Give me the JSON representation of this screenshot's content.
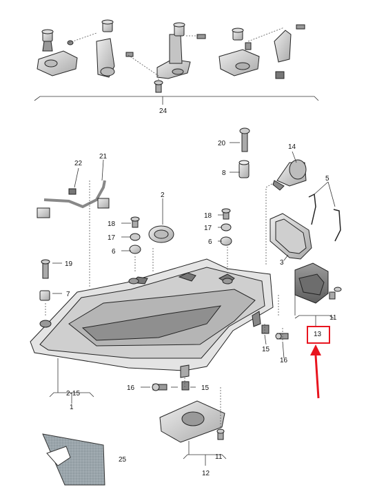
{
  "diagram": {
    "callouts": [
      {
        "id": "c24",
        "label": "24"
      },
      {
        "id": "c20",
        "label": "20"
      },
      {
        "id": "c14",
        "label": "14"
      },
      {
        "id": "c8",
        "label": "8"
      },
      {
        "id": "c22",
        "label": "22"
      },
      {
        "id": "c21",
        "label": "21"
      },
      {
        "id": "c5",
        "label": "5"
      },
      {
        "id": "c2",
        "label": "2"
      },
      {
        "id": "c18a",
        "label": "18"
      },
      {
        "id": "c18b",
        "label": "18"
      },
      {
        "id": "c17a",
        "label": "17"
      },
      {
        "id": "c17b",
        "label": "17"
      },
      {
        "id": "c6a",
        "label": "6"
      },
      {
        "id": "c6b",
        "label": "6"
      },
      {
        "id": "c3",
        "label": "3"
      },
      {
        "id": "c19",
        "label": "19"
      },
      {
        "id": "c7",
        "label": "7"
      },
      {
        "id": "c11a",
        "label": "11"
      },
      {
        "id": "c13",
        "label": "13"
      },
      {
        "id": "c15a",
        "label": "15"
      },
      {
        "id": "c16a",
        "label": "16"
      },
      {
        "id": "c215",
        "label": "2-15"
      },
      {
        "id": "c1",
        "label": "1"
      },
      {
        "id": "c16b",
        "label": "16"
      },
      {
        "id": "c15b",
        "label": "15"
      },
      {
        "id": "c11b",
        "label": "11"
      },
      {
        "id": "c12",
        "label": "12"
      },
      {
        "id": "c25",
        "label": "25"
      }
    ],
    "highlight": {
      "label_ref": "13",
      "box_color": "#e8141e",
      "arrow_color": "#e8141e"
    },
    "colors": {
      "line": "#222222",
      "part_fill": "#d6d6d6",
      "part_dark": "#8a8a8a",
      "gasket": "#9aa5ab"
    }
  }
}
